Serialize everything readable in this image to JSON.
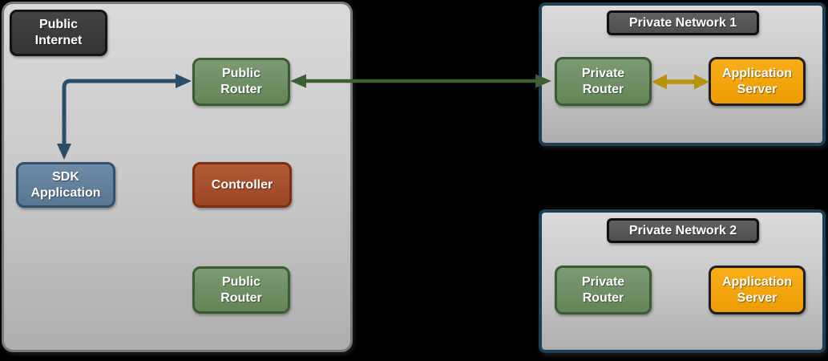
{
  "regions": {
    "public_internet": {
      "title": "Public\nInternet",
      "nodes": {
        "public_router_top": "Public\nRouter",
        "sdk_application": "SDK\nApplication",
        "controller": "Controller",
        "public_router_bottom": "Public\nRouter"
      }
    },
    "private_network_1": {
      "title": "Private Network 1",
      "nodes": {
        "private_router": "Private\nRouter",
        "application_server": "Application\nServer"
      }
    },
    "private_network_2": {
      "title": "Private Network 2",
      "nodes": {
        "private_router": "Private\nRouter",
        "application_server": "Application\nServer"
      }
    }
  },
  "connections": [
    {
      "name": "sdk-application to public-router",
      "style": "elbow-double-arrow",
      "color": "#2e4d68"
    },
    {
      "name": "public-router to private-router-1",
      "style": "double-arrow",
      "color": "#3d5f33"
    },
    {
      "name": "private-router-1 to application-server-1",
      "style": "double-arrow",
      "color": "#b5930b"
    }
  ],
  "colors": {
    "background": "#000000",
    "region_fill_top": "#dadada",
    "region_fill_bottom": "#aeaeae",
    "public_region_border": "#787878",
    "private_region_border": "#1d4052",
    "router_green": "#6f8f66",
    "router_green_border": "#3c5a34",
    "sdk_blue": "#64809b",
    "sdk_blue_border": "#32506c",
    "controller_red": "#a64f2e",
    "controller_red_border": "#7c2f12",
    "server_orange": "#f2a40d",
    "server_orange_border": "#1f1f1f",
    "label_dark_fill": "#3b3b3b",
    "label_mid_fill": "#575757",
    "arrow_blue": "#2e4d68",
    "arrow_green": "#3d5f33",
    "arrow_yellow": "#b5930b",
    "text": "#ffffff"
  }
}
